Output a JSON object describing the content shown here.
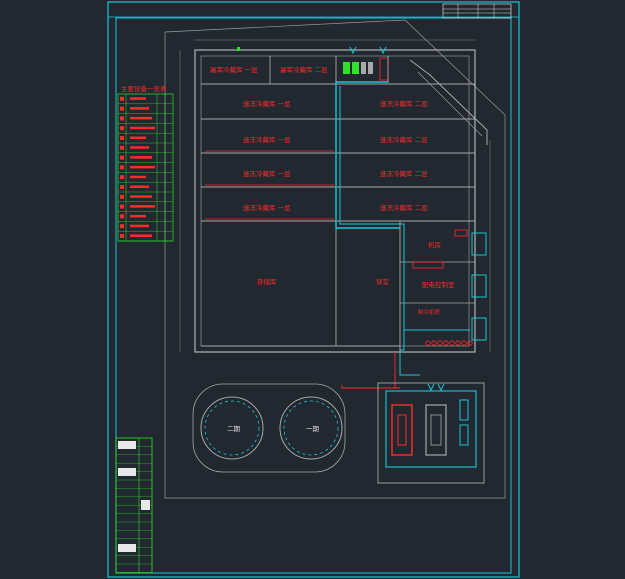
{
  "legend": {
    "title": "主要设备一览表"
  },
  "rooms": {
    "top_left_1": "屠宰冷藏库",
    "top_left_1_suffix": "一层",
    "top_left_2": "屠宰冷藏库",
    "top_left_2_suffix": "二层",
    "left_1": "速冻冷藏库",
    "left_1_suffix": "一层",
    "left_2": "速冻冷藏库",
    "left_2_suffix": "一层",
    "left_3": "速冻冷藏库",
    "left_3_suffix": "一层",
    "left_4": "速冻冷藏库",
    "left_4_suffix": "一层",
    "right_1": "速冻冷藏库",
    "right_1_suffix": "二层",
    "right_2": "速冻冷藏库",
    "right_2_suffix": "二层",
    "right_3": "速冻冷藏库",
    "right_3_suffix": "二层",
    "right_4": "速冻冷藏库",
    "right_4_suffix": "二层",
    "big_left": "存储库",
    "big_mid": "穿堂",
    "east_1": "机房",
    "east_2": "配电控制室",
    "east_3": "制冷机房",
    "tank_1": "二期",
    "tank_2": "一期"
  },
  "colors": {
    "background": "#212830",
    "frame": "#19c6d6",
    "wall": "#a8a8a8",
    "label": "#ff2a2a",
    "pipe": "#19c6d6",
    "legend_grid": "#31e02a"
  }
}
